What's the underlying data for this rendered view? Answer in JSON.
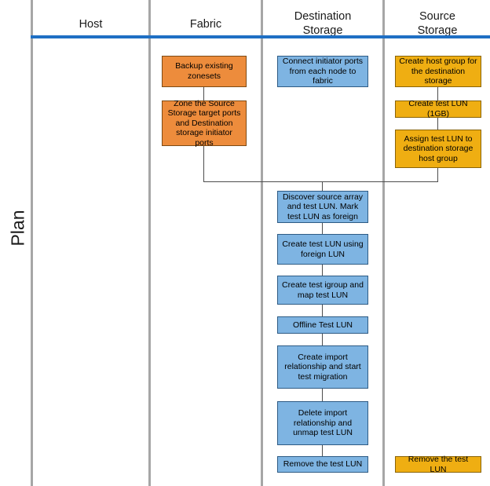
{
  "diagram": {
    "title": "Plan",
    "phase_label": "Plan",
    "columns": [
      {
        "id": "host",
        "label": "Host"
      },
      {
        "id": "fabric",
        "label": "Fabric"
      },
      {
        "id": "destination-storage",
        "label": "Destination\nStorage",
        "line1": "Destination",
        "line2": "Storage"
      },
      {
        "id": "source-storage",
        "label": "Source\nStorage",
        "line1": "Source",
        "line2": "Storage"
      }
    ],
    "colors": {
      "header_rule": "#1f6fc4",
      "lane_divider": "#a6a6a6",
      "fabric_node": "#ED8C3C",
      "destination_node": "#7EB4E2",
      "source_node": "#EFAE12",
      "connector": "#4d4d4d"
    },
    "nodes": {
      "fabric": [
        {
          "id": "backup-existing-zonesets",
          "text": "Backup existing zonesets"
        },
        {
          "id": "zone-source-target-dest-initiator",
          "text": "Zone the Source Storage target ports and Destination storage initiator ports"
        }
      ],
      "destination_storage": [
        {
          "id": "connect-initiator-ports",
          "text": "Connect initiator ports from each node to fabric"
        },
        {
          "id": "discover-source-array",
          "text": "Discover source array and test LUN. Mark test LUN as foreign"
        },
        {
          "id": "create-test-lun-foreign",
          "text": "Create test LUN using foreign LUN"
        },
        {
          "id": "create-test-igroup",
          "text": "Create test igroup and map test LUN"
        },
        {
          "id": "offline-test-lun",
          "text": "Offline Test LUN"
        },
        {
          "id": "create-import-relationship",
          "text": "Create import relationship and start test migration"
        },
        {
          "id": "delete-import-relationship",
          "text": "Delete import relationship and unmap test LUN"
        },
        {
          "id": "remove-test-lun-destination",
          "text": "Remove the test LUN"
        }
      ],
      "source_storage": [
        {
          "id": "create-host-group",
          "text": "Create host group for the destination storage"
        },
        {
          "id": "create-test-lun-1gb",
          "text": "Create test LUN (1GB)"
        },
        {
          "id": "assign-test-lun",
          "text": "Assign test LUN to destination storage host group"
        },
        {
          "id": "remove-test-lun-source",
          "text": "Remove the test LUN"
        }
      ],
      "host": []
    }
  }
}
